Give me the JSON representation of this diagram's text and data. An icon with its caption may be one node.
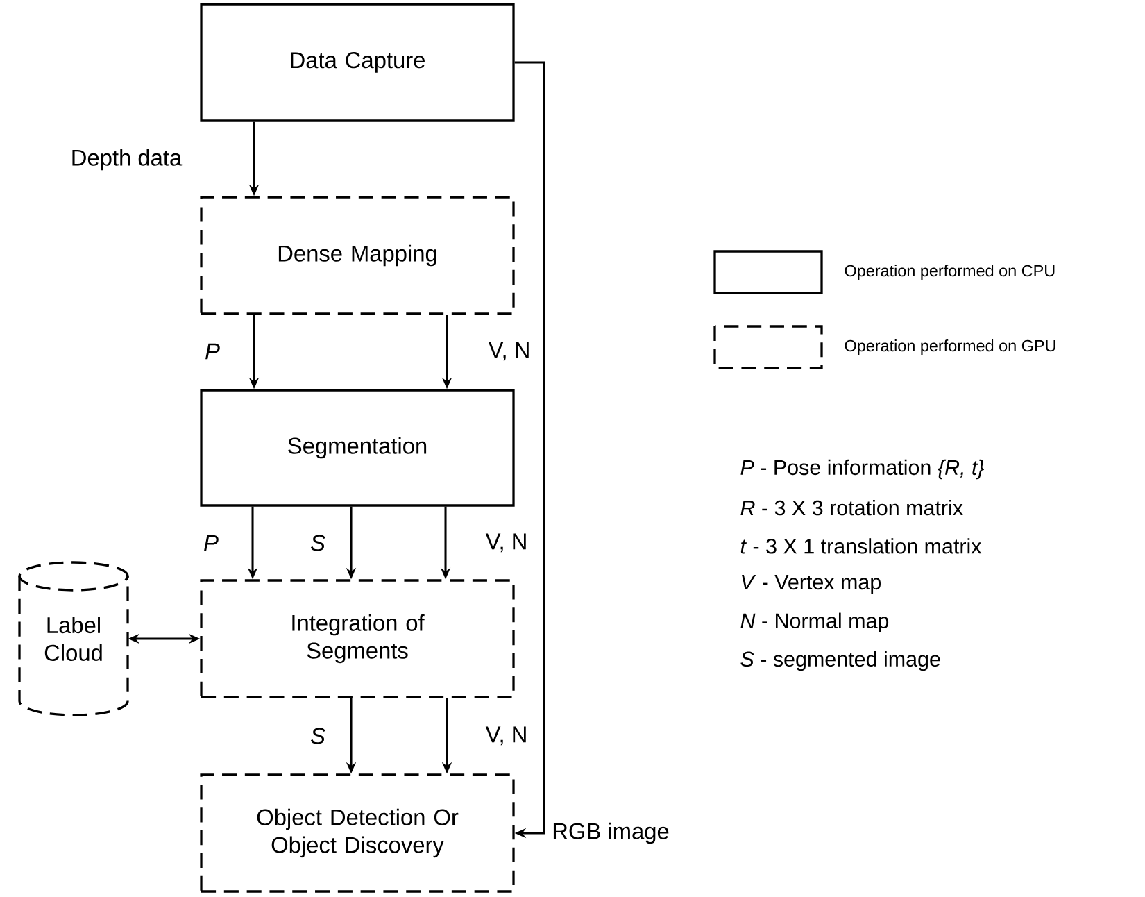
{
  "diagram": {
    "nodes": [
      {
        "text": [
          "Data Capture"
        ]
      },
      {
        "text": [
          "Dense Mapping"
        ]
      },
      {
        "text": [
          "Segmentation"
        ]
      },
      {
        "text": [
          "Label Cloud"
        ]
      },
      {
        "text": [
          "Integration of Segments"
        ]
      },
      {
        "text": [
          "Object Detection Or Object Discovery"
        ]
      }
    ],
    "edges": [
      {
        "from": 0,
        "to": 1,
        "arrow": "to",
        "label": "Depth data"
      },
      {
        "from": 1,
        "to": 2,
        "arrow": "to",
        "label": "*P*"
      },
      {
        "from": 1,
        "to": 2,
        "arrow": "to",
        "label": "V, N"
      },
      {
        "from": 2,
        "to": 4,
        "arrow": "to",
        "label": "*P*"
      },
      {
        "from": 2,
        "to": 4,
        "arrow": "to",
        "label": "*S*"
      },
      {
        "from": 2,
        "to": 4,
        "arrow": "to",
        "label": "V, N"
      },
      {
        "from": 4,
        "to": 5,
        "arrow": "to",
        "label": "*S*"
      },
      {
        "from": 4,
        "to": 5,
        "arrow": "to",
        "label": "V, N"
      },
      {
        "from": 3,
        "to": 4,
        "arrow": "both"
      },
      {
        "from": 0,
        "to": 5,
        "arrow": "to",
        "label": "RGB image"
      }
    ],
    "labels": [
      "*P* - Pose information *{R, t}*",
      "*R* - 3 X 3 rotation matrix",
      "*t* - 3 X 1 translation matrix",
      "*V* - Vertex map",
      "*N* - Normal map",
      "*S* - segmented image"
    ],
    "legend": [
      {
        "text": "Operation performed on CPU"
      },
      {
        "text": "Operation performed on GPU"
      }
    ]
  }
}
